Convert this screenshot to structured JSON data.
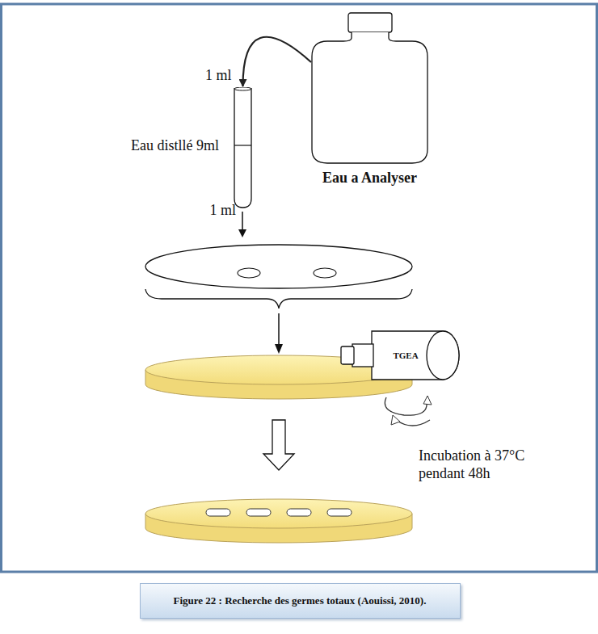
{
  "diagram": {
    "caption": "Figure 22 : Recherche des germes totaux (Aouissi, 2010).",
    "nodes": [
      {
        "text": [
          "Eau a Analyser"
        ]
      },
      {
        "text": [
          "Eau distllé 9ml"
        ]
      },
      {
        "text": [
          "TGEA"
        ]
      }
    ],
    "edges": [
      {
        "from": 0,
        "to": 1,
        "arrow": "to",
        "label": "1 ml"
      }
    ],
    "labels": [
      "1 ml",
      "Incubation à 37°C pendant 48h"
    ]
  }
}
